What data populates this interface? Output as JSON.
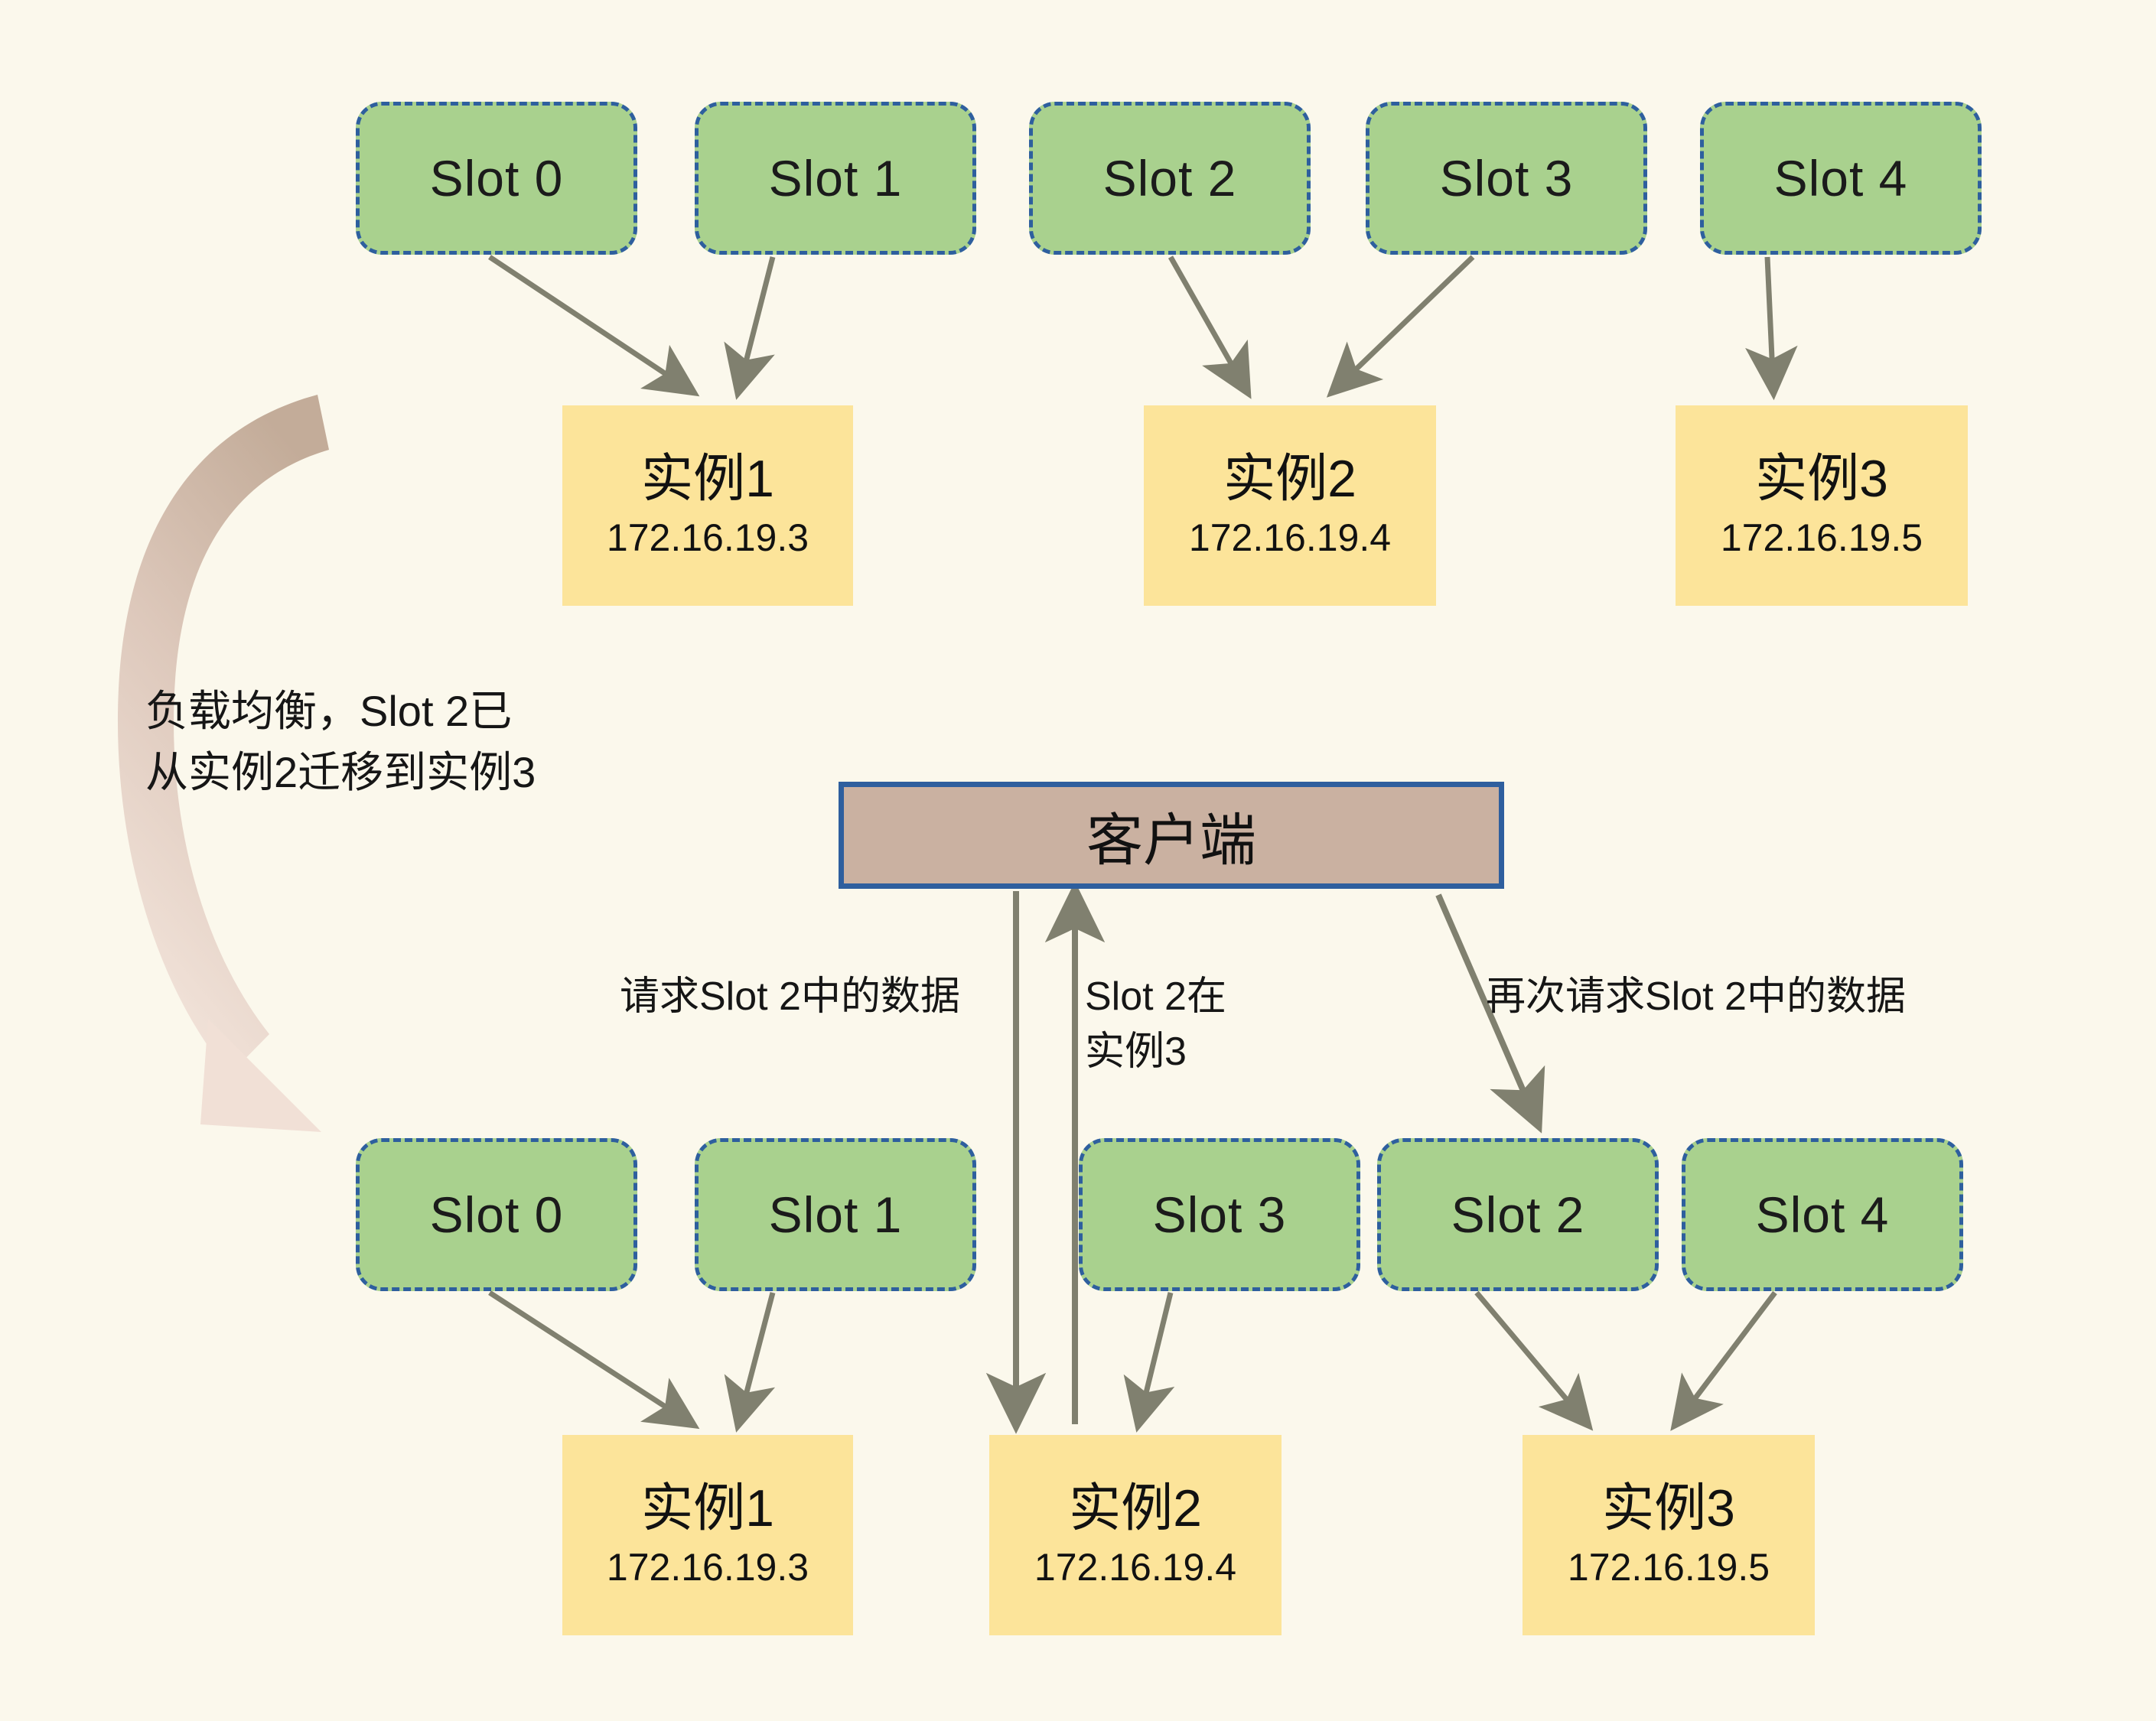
{
  "diagram": {
    "background_color": "#fbf8ec",
    "slot_fill": "#a9d18e",
    "slot_border": "#2e5f9e",
    "instance_fill": "#fce49a",
    "client_fill": "#cab1a1",
    "client_border": "#2e5f9e",
    "arrow_color": "#80806f",
    "curve_arrow_color_top": "#c8b2a0",
    "curve_arrow_color_bottom": "#f1e0d6"
  },
  "top_row": {
    "slots": [
      {
        "label": "Slot 0"
      },
      {
        "label": "Slot 1"
      },
      {
        "label": "Slot 2"
      },
      {
        "label": "Slot 3"
      },
      {
        "label": "Slot 4"
      }
    ],
    "instances": [
      {
        "name": "实例1",
        "ip": "172.16.19.3"
      },
      {
        "name": "实例2",
        "ip": "172.16.19.4"
      },
      {
        "name": "实例3",
        "ip": "172.16.19.5"
      }
    ]
  },
  "bottom_row": {
    "slots": [
      {
        "label": "Slot 0"
      },
      {
        "label": "Slot 1"
      },
      {
        "label": "Slot 3"
      },
      {
        "label": "Slot 2"
      },
      {
        "label": "Slot 4"
      }
    ],
    "instances": [
      {
        "name": "实例1",
        "ip": "172.16.19.3"
      },
      {
        "name": "实例2",
        "ip": "172.16.19.4"
      },
      {
        "name": "实例3",
        "ip": "172.16.19.5"
      }
    ]
  },
  "client": {
    "label": "客户端"
  },
  "annotations": {
    "migration": "负载均衡，Slot 2已\n从实例2迁移到实例3",
    "request_slot2": "请求Slot 2中的数据",
    "slot2_location": "Slot 2在\n实例3",
    "request_again": "再次请求Slot 2中的数据"
  }
}
